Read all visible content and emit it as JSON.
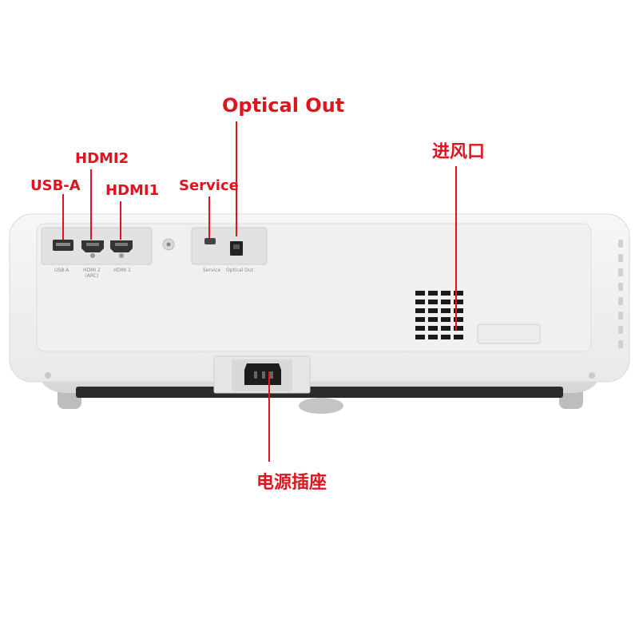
{
  "callouts": {
    "optical_out": "Optical Out",
    "hdmi2": "HDMI2",
    "usb_a": "USB-A",
    "hdmi1": "HDMI1",
    "service": "Service",
    "air_intake": "进风口",
    "power_socket": "电源插座"
  },
  "port_labels": {
    "usb_a": "USB-A",
    "hdmi2_line1": "HDMI 2",
    "hdmi2_line2": "(ARC)",
    "hdmi1": "HDMI 1",
    "service": "Service",
    "optical_out": "Optical Out"
  },
  "colors": {
    "callout": "#e0141e",
    "body": "#f2f2f2",
    "panel": "#e4e4e4",
    "vent": "#1a1a1a"
  },
  "icons": [
    "usb-port-icon",
    "hdmi-port-icon",
    "service-port-icon",
    "optical-port-icon",
    "power-socket-icon"
  ]
}
